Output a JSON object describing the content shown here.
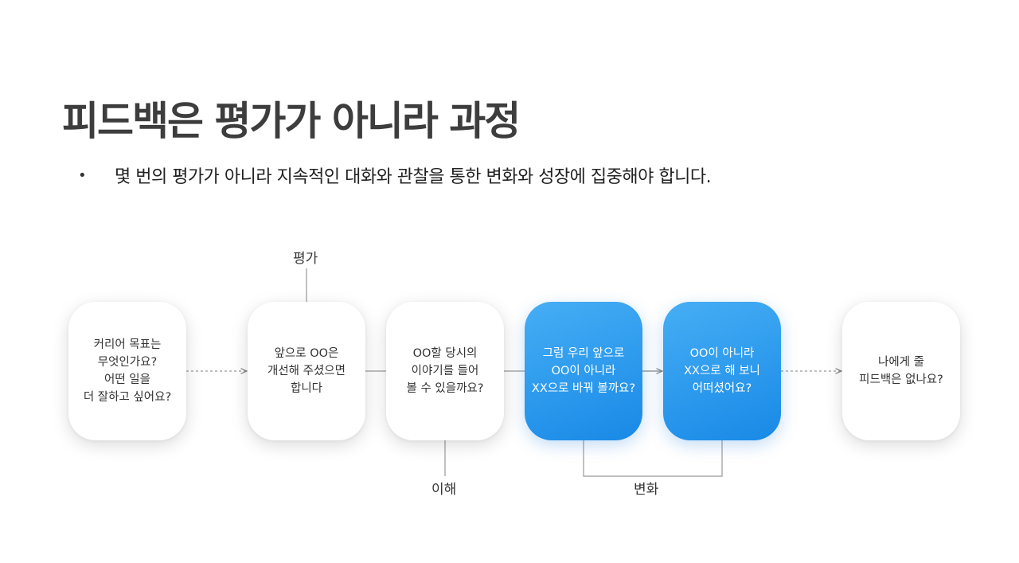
{
  "title": "피드백은 평가가 아니라 과정",
  "bullet": {
    "marker": "•",
    "text": "몇 번의 평가가 아니라 지속적인 대화와 관찰을 통한 변화와 성장에 집중해야 합니다."
  },
  "diagram": {
    "nodes": [
      {
        "text": "커리어 목표는\n무엇인가요?\n어떤 일을\n더 잘하고 싶어요?",
        "highlighted": false
      },
      {
        "text": "앞으로 OO은\n개선해 주셨으면\n합니다",
        "highlighted": false
      },
      {
        "text": "OO할 당시의\n이야기를 들어\n볼 수 있을까요?",
        "highlighted": false
      },
      {
        "text": "그럼 우리 앞으로\nOO이 아니라\nXX으로 바꿔 볼까요?",
        "highlighted": true
      },
      {
        "text": "OO이 아니라\nXX으로 해 보니\n어떠셨어요?",
        "highlighted": true
      },
      {
        "text": "나에게 줄\n피드백은 없나요?",
        "highlighted": false
      }
    ],
    "labels": {
      "evaluation": "평가",
      "understanding": "이해",
      "change": "변화"
    }
  },
  "colors": {
    "title": "#3d3d3d",
    "highlight_start": "#46aef5",
    "highlight_end": "#1889e6",
    "connector": "#888888"
  }
}
